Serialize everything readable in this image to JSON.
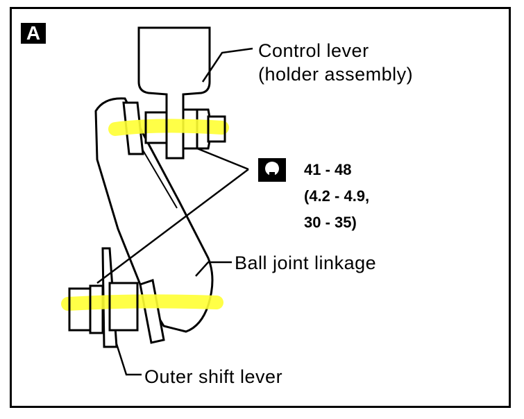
{
  "figure": {
    "badge": "A",
    "labels": {
      "control_lever_line1": "Control lever",
      "control_lever_line2": "(holder assembly)",
      "ball_joint_linkage": "Ball joint linkage",
      "outer_shift_lever": "Outer shift lever"
    },
    "torque_spec": {
      "icon": "torque-wrench-icon",
      "line1": "41 - 48",
      "line2": "(4.2 - 4.9,",
      "line3": "30 - 35)"
    },
    "highlight_color": "#ffff33"
  }
}
